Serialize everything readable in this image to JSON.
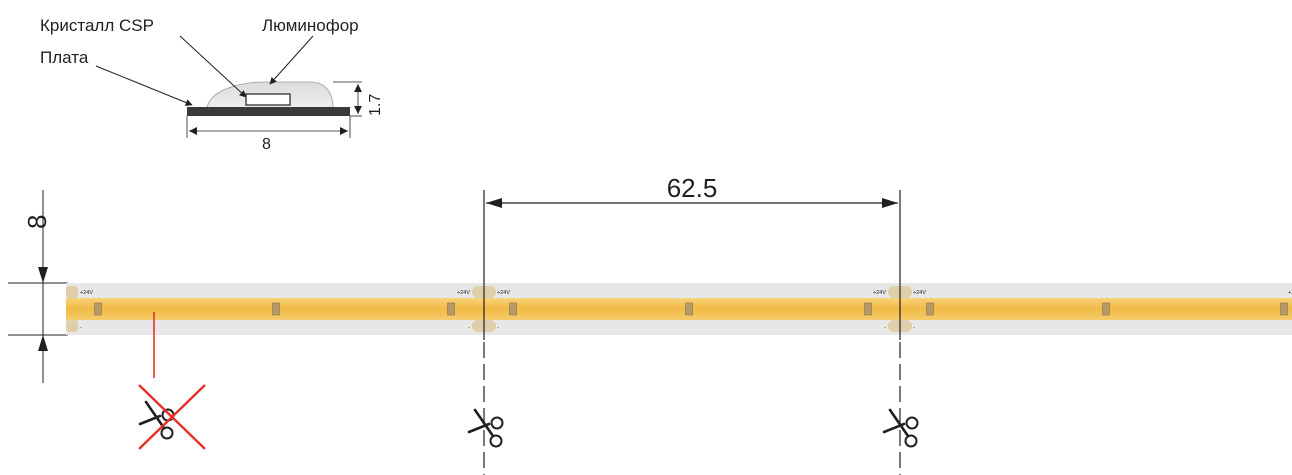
{
  "cross_section": {
    "label_crystal": "Кристалл CSP",
    "label_phosphor": "Люминофор",
    "label_board": "Плата",
    "dim_height": "1.7",
    "dim_width": "8"
  },
  "strip": {
    "dim_width": "8",
    "dim_cut_pitch": "62.5",
    "pad_plus": "+24V",
    "pad_minus": "-"
  },
  "colors": {
    "strip_yellow": "#f3c04f",
    "pcb_grey": "#e7e7e7",
    "pad_tan": "#e0cdaa",
    "no_cut_red": "#e53228",
    "line_dark": "#231f20"
  }
}
